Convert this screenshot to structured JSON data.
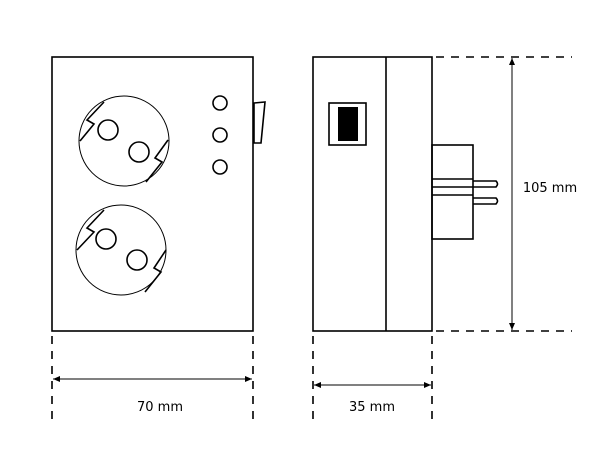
{
  "dimensions": {
    "width_label": "70 mm",
    "depth_label": "35 mm",
    "height_label": "105 mm"
  },
  "colors": {
    "line": "#000000",
    "background": "#ffffff"
  }
}
